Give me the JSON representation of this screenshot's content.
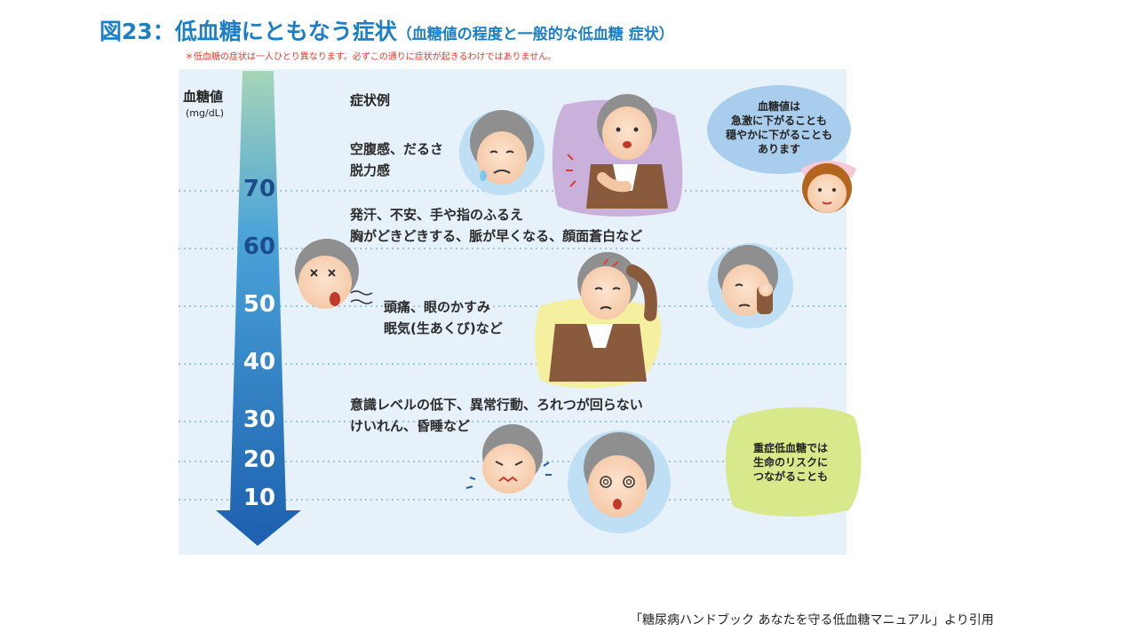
{
  "title": {
    "label": "図23：",
    "main": "低血糖にともなう症状",
    "sub": "（血糖値の程度と一般的な低血糖 症状）"
  },
  "note": "＊低血糖の症状は一人ひとり異なります。必ずこの通りに症状が起きるわけではありません。",
  "axis": {
    "label": "血糖値",
    "unit": "(mg/dL)",
    "ticks": [
      "70",
      "60",
      "50",
      "40",
      "30",
      "20",
      "10"
    ]
  },
  "symptoms_header": "症状例",
  "symptoms": [
    {
      "line1": "空腹感、だるさ",
      "line2": "脱力感"
    },
    {
      "line1": "発汗、不安、手や指のふるえ",
      "line2": "胸がどきどきする、脈が早くなる、顔面蒼白など"
    },
    {
      "line1": "頭痛、眼のかすみ",
      "line2": "眠気(生あくび)など"
    },
    {
      "line1": "意識レベルの低下、異常行動、ろれつが回らない",
      "line2": "けいれん、昏睡など"
    }
  ],
  "bubble_top": {
    "line1": "血糖値は",
    "line2": "急激に下がることも",
    "line3": "穏やかに下がることも",
    "line4": "あります"
  },
  "bubble_bottom": {
    "line1": "重症低血糖では",
    "line2": "生命のリスクに",
    "line3": "つながることも"
  },
  "credit": "「糖尿病ハンドブック あなたを守る低血糖マニュアル」より引用",
  "colors": {
    "title_blue": "#1d7fc4",
    "note_red": "#e03b2c",
    "panel_bg": "#e6f1fa",
    "arrow_top": "#9fd0b4",
    "arrow_bottom": "#1c5fae",
    "purple_blob": "#c9b1dc",
    "yellow_blob": "#f5f0a0",
    "green_blob": "#d8e98b",
    "bubble_blue": "#a9cdec"
  }
}
